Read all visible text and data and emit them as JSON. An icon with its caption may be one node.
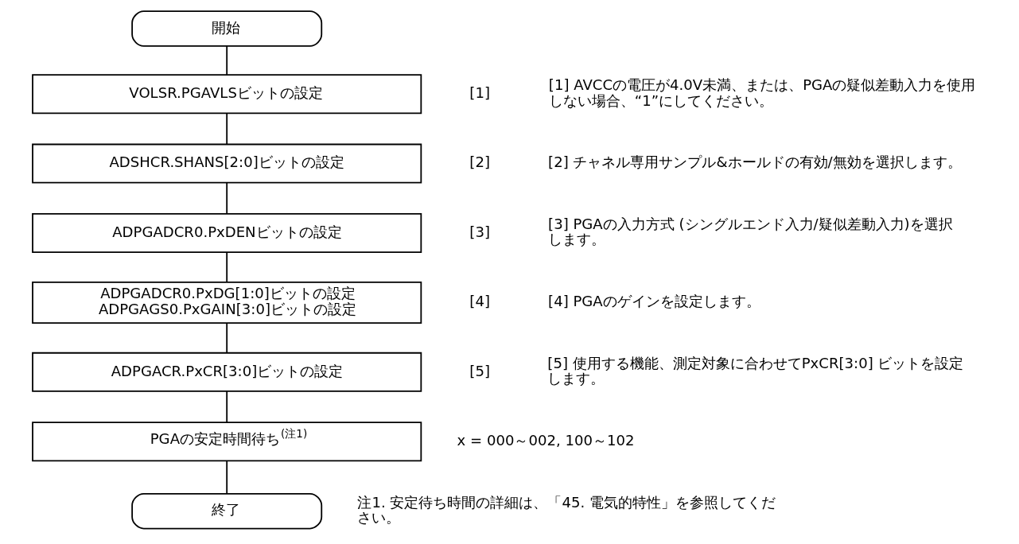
{
  "diagram": {
    "nodes": [
      {
        "text": [
          "開始"
        ]
      },
      {
        "text": [
          "VOLSR.PGAVLSビットの設定"
        ],
        "beside": [
          "[1]"
        ]
      },
      {
        "text": [
          "ADSHCR.SHANS[2:0]ビットの設定"
        ],
        "beside": [
          "[2]"
        ]
      },
      {
        "text": [
          "ADPGADCR0.PxDENビットの設定"
        ],
        "beside": [
          "[3]"
        ]
      },
      {
        "text": [
          "ADPGADCR0.PxDG[1:0]ビットの設定",
          "ADPGAGS0.PxGAIN[3:0]ビットの設定"
        ],
        "beside": [
          "[4]"
        ]
      },
      {
        "text": [
          "ADPGACR.PxCR[3:0]ビットの設定"
        ],
        "beside": [
          "[5]"
        ]
      },
      {
        "text": [
          "PGAの安定時間待ち$^{(注1)}$"
        ]
      },
      {
        "text": [
          "終了"
        ]
      }
    ],
    "edges": [
      {
        "from": 0,
        "to": 1,
        "arrow": "none"
      },
      {
        "from": 1,
        "to": 2,
        "arrow": "none"
      },
      {
        "from": 2,
        "to": 3,
        "arrow": "none"
      },
      {
        "from": 3,
        "to": 4,
        "arrow": "none"
      },
      {
        "from": 4,
        "to": 5,
        "arrow": "none"
      },
      {
        "from": 5,
        "to": 6,
        "arrow": "none"
      },
      {
        "from": 6,
        "to": 7,
        "arrow": "none"
      }
    ],
    "labels": [
      "[1] AVCCの電圧が4.0V未満、または、PGAの疑似差動入力を使用しない場合、“1”にしてください。",
      "[2] チャネル専用サンプル&ホールドの有効/無効を選択します。",
      "[3] PGAの入力方式 (シングルエンド入力/疑似差動入力)を選択します。",
      "[4] PGAのゲインを設定します。",
      "[5] 使用する機能、測定対象に合わせてPxCR[3:0] ビットを設定します。",
      "x = 000～002, 100～102",
      "注1. 安定待ち時間の詳細は、「45. 電気的特性」を参照してください。"
    ]
  }
}
